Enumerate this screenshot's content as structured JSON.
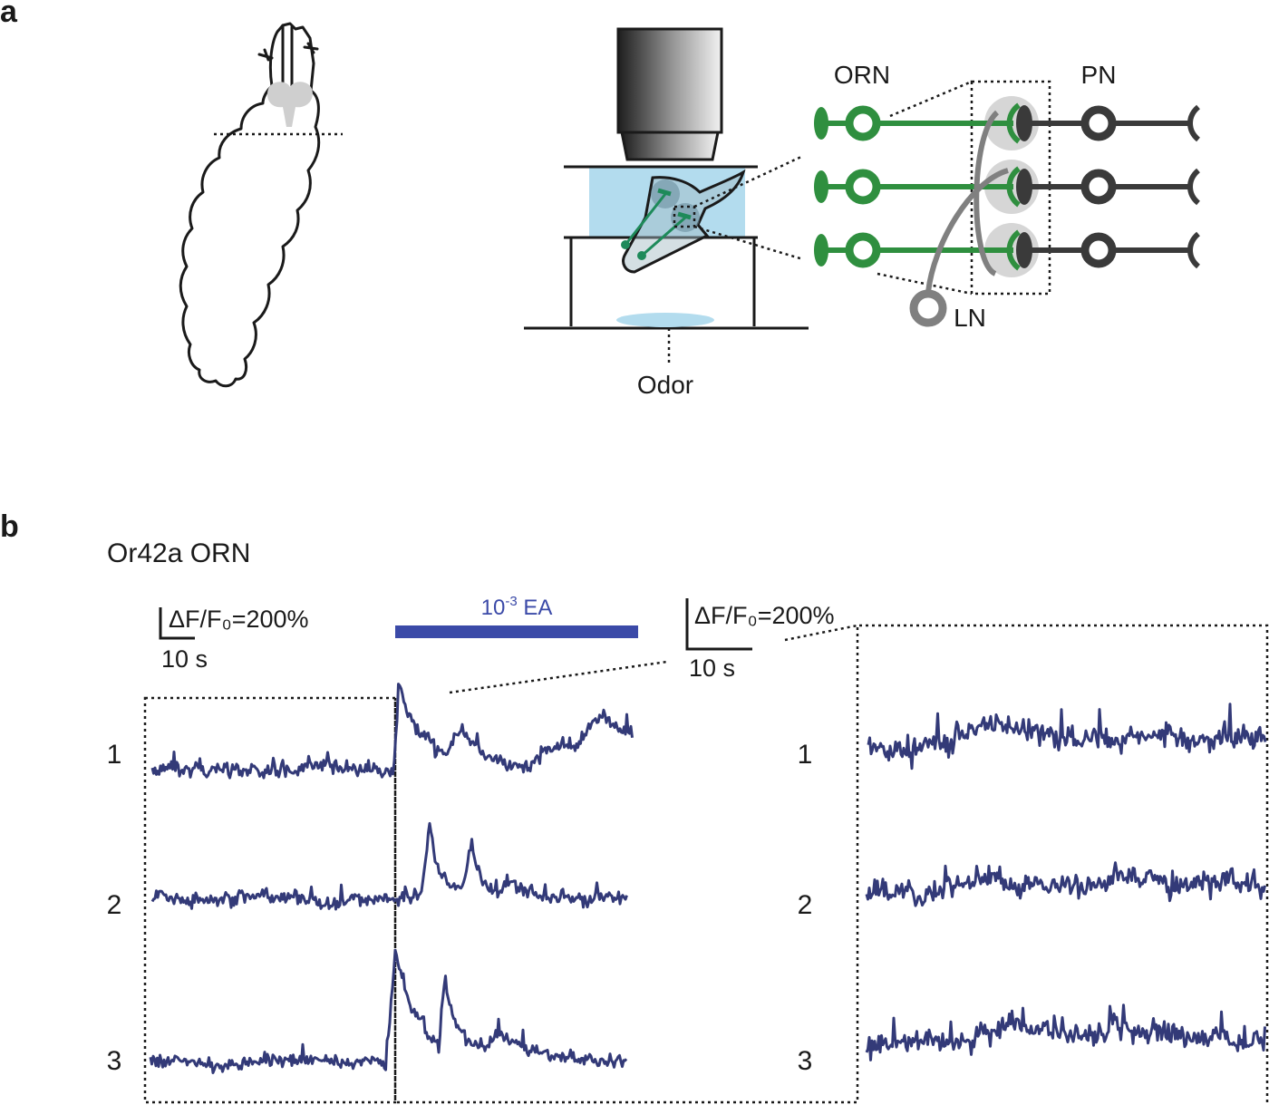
{
  "panels": {
    "a": "a",
    "b": "b"
  },
  "schematic": {
    "orn_label": "ORN",
    "pn_label": "PN",
    "ln_label": "LN",
    "odor_label": "Odor",
    "colors": {
      "orn": "#2f8f3f",
      "pn": "#3a3a3a",
      "ln": "#808080",
      "bath": "#b3dcee"
    }
  },
  "panel_b": {
    "title": "Or42a ORN",
    "stimulus_prefix": "10",
    "stimulus_exponent": "-3",
    "stimulus_suffix": " EA",
    "stimulus_color": "#3b4aa8",
    "trace_color": "#333a78",
    "scalebar_left": {
      "y_label": "ΔF/F₀=200%",
      "x_label": "10 s"
    },
    "scalebar_right": {
      "y_label": "ΔF/F₀=200%",
      "x_label": "10 s"
    },
    "trial_labels": [
      "1",
      "2",
      "3"
    ]
  }
}
